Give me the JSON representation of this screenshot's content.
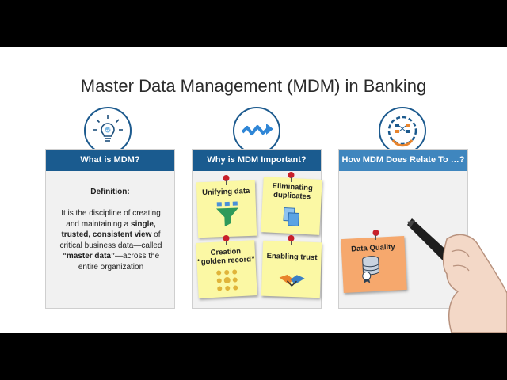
{
  "slide": {
    "title": "Master Data Management (MDM) in Banking"
  },
  "panels": [
    {
      "header": "What is MDM?",
      "icon": "lightbulb-icon",
      "definition_title": "Definition:",
      "definition_parts": [
        "It is the discipline of creating and maintaining a ",
        "single, trusted, consistent view",
        " of critical business data—called ",
        "“master data”",
        "—across the entire organization"
      ]
    },
    {
      "header": "Why is MDM Important?",
      "icon": "arrow-wave-icon",
      "notes": [
        {
          "label": "Unifying data",
          "icon": "funnel-icon"
        },
        {
          "label": "Eliminating duplicates",
          "icon": "duplicate-documents-icon"
        },
        {
          "label": "Creation “golden record”",
          "icon": "network-nodes-icon"
        },
        {
          "label": "Enabling trust",
          "icon": "handshake-icon"
        }
      ]
    },
    {
      "header": "How MDM Does Relate To …?",
      "icon": "data-gear-icon",
      "notes": [
        {
          "label": "Data Quality",
          "icon": "database-badge-icon"
        }
      ]
    }
  ],
  "colors": {
    "header_dark": "#1a5b8f",
    "header_light": "#3f86be",
    "sticky_yellow": "#fbf8a4",
    "sticky_orange": "#f6a86d",
    "pin_red": "#c8202a"
  }
}
